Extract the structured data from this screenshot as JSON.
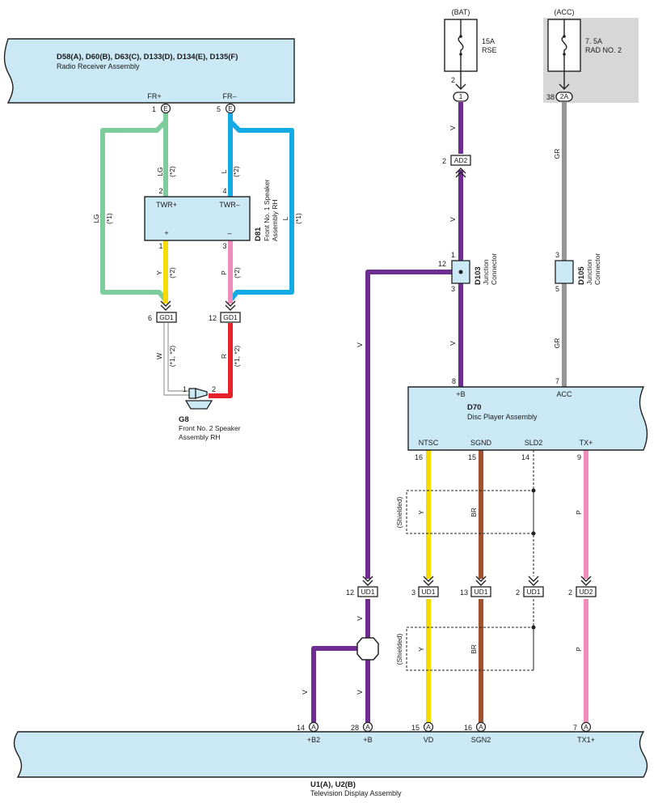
{
  "radio": {
    "ids": "D58(A), D60(B), D63(C), D133(D), D134(E), D135(F)",
    "name": "Radio Receiver Assembly",
    "pin_fr_plus": "FR+",
    "pin_fr_minus": "FR–",
    "pin_fr_plus_no": "1",
    "pin_fr_minus_no": "5",
    "conn_letter": "E"
  },
  "speaker1": {
    "id": "D81",
    "name_l1": "Front No. 1 Speaker",
    "name_l2": "Assembly RH",
    "pin_twr_plus": "TWR+",
    "pin_twr_minus": "TWR–",
    "sign_plus": "+",
    "sign_minus": "–",
    "pin_2": "2",
    "pin_4": "4",
    "pin_1": "1",
    "pin_3": "3"
  },
  "speaker2": {
    "id": "G8",
    "name_l1": "Front No. 2 Speaker",
    "name_l2": "Assembly RH",
    "pin_1": "1",
    "pin_2": "2"
  },
  "connectors": {
    "gd1": "GD1",
    "gd1_left_no": "6",
    "gd1_right_no": "12",
    "ad2": "AD2",
    "ad2_no": "2",
    "ud1": "UD1",
    "ud2": "UD2",
    "ud1_v_no": "12",
    "ud1_y_no": "3",
    "ud1_br_no": "13",
    "ud1_sld_no": "2",
    "ud2_no": "2",
    "pin_1_circle": "1",
    "pin_2a_circle": "2A",
    "pin_1_no": "2",
    "pin_2a_no": "38"
  },
  "fuses": {
    "bat_label": "(BAT)",
    "bat_rating": "15A",
    "bat_name": "RSE",
    "acc_label": "(ACC)",
    "acc_rating": "7. 5A",
    "acc_name": "RAD NO. 2"
  },
  "junctions": {
    "d103_id": "D103",
    "d103_l1": "Junction",
    "d103_l2": "Connector",
    "d103_pin_top": "1",
    "d103_pin_left": "12",
    "d103_pin_bottom": "3",
    "d105_id": "D105",
    "d105_l1": "Junction",
    "d105_l2": "Connector",
    "d105_pin_top": "3",
    "d105_pin_bottom": "5"
  },
  "disc": {
    "id": "D70",
    "name": "Disc Player Assembly",
    "pin_b": "+B",
    "pin_acc": "ACC",
    "pin_b_no": "8",
    "pin_acc_no": "7",
    "pin_ntsc": "NTSC",
    "pin_sgnd": "SGND",
    "pin_sld2": "SLD2",
    "pin_tx": "TX+",
    "pin_ntsc_no": "16",
    "pin_sgnd_no": "15",
    "pin_sld2_no": "14",
    "pin_tx_no": "9"
  },
  "tv": {
    "ids": "U1(A), U2(B)",
    "name": "Television Display Assembly",
    "pin_b2": "+B2",
    "pin_b": "+B",
    "pin_vd": "VD",
    "pin_sgn2": "SGN2",
    "pin_tx1": "TX1+",
    "pin_b2_no": "14",
    "pin_b_no": "28",
    "pin_vd_no": "15",
    "pin_sgn2_no": "16",
    "pin_tx1_no": "7",
    "conn_letter": "A"
  },
  "wires": {
    "lg": "LG",
    "l": "L",
    "y": "Y",
    "p": "P",
    "w": "W",
    "r": "R",
    "v": "V",
    "gr": "GR",
    "br": "BR",
    "note_2": "(*2)",
    "note_1": "(*1)",
    "note_12": "(*1, *2)",
    "shielded": "(Shielded)"
  },
  "colors": {
    "lg": "#7dcc9b",
    "l": "#14aae6",
    "y": "#f5dc00",
    "p": "#f08cbe",
    "r": "#e6232d",
    "w": "#aaaaaa",
    "v": "#6e2d91",
    "gr": "#969696",
    "br": "#a0522d",
    "box_fill": "#cbe8f5",
    "fuse_bg": "#d7d7d7"
  }
}
